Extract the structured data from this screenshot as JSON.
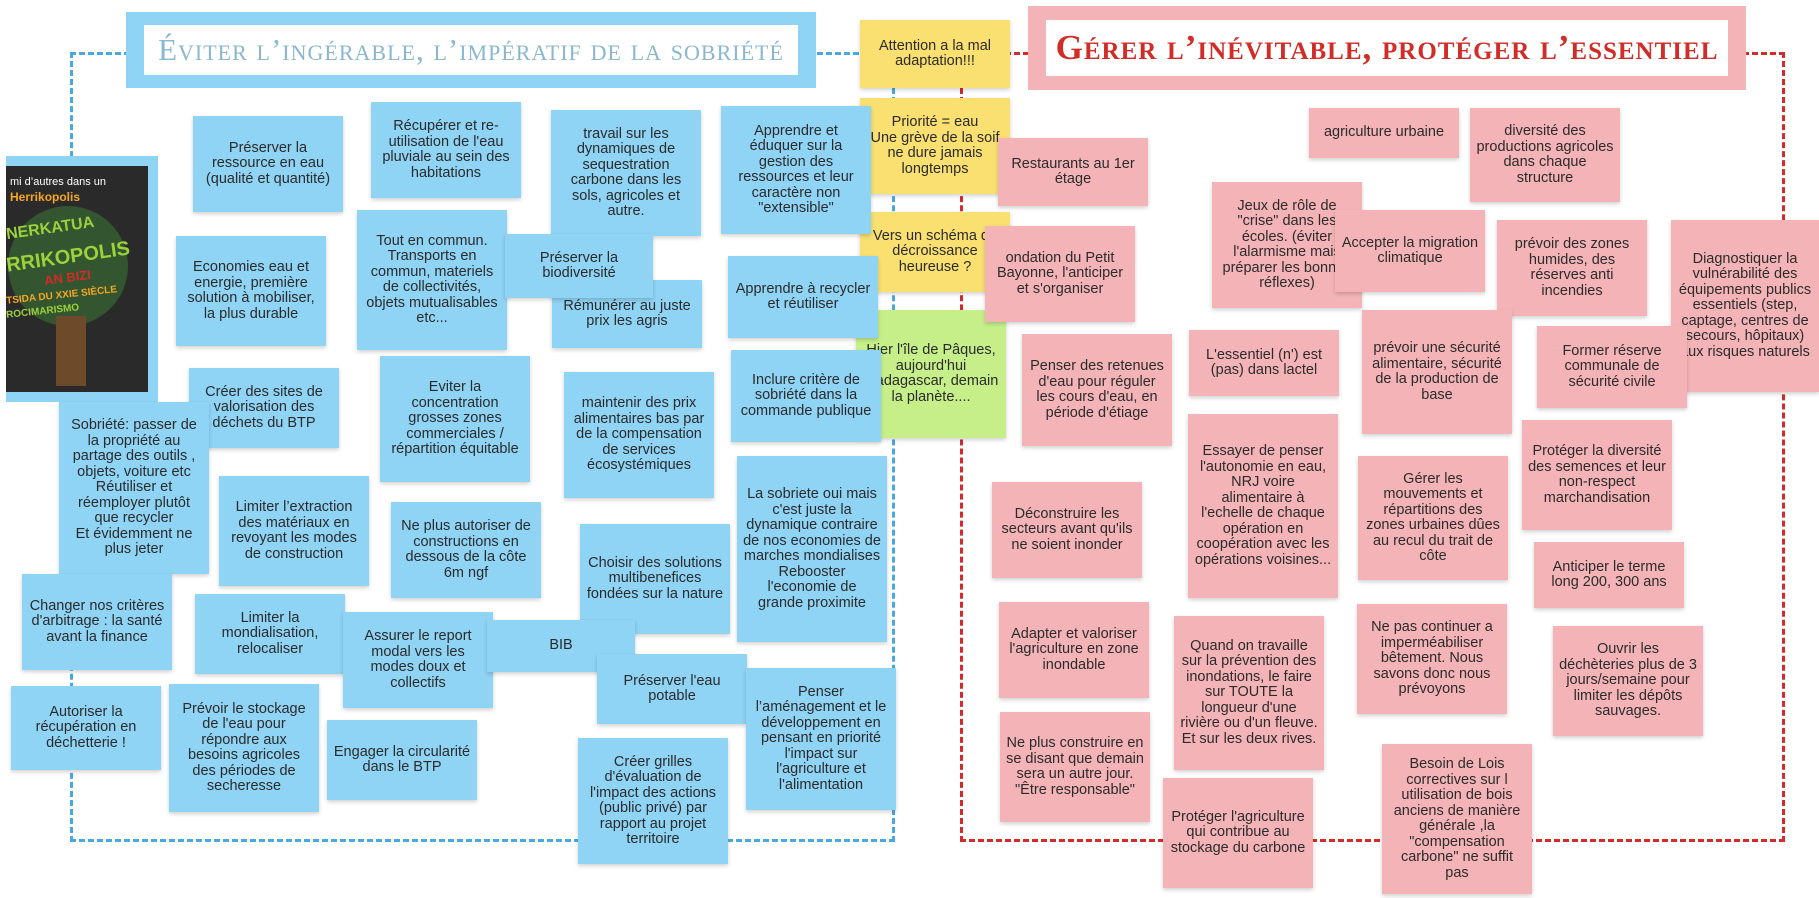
{
  "colors": {
    "blue_note": "#8fd3f5",
    "red_note": "#f4b4b7",
    "yellow_note": "#f9e071",
    "green_note": "#c6ef8a",
    "blue_frame": "#4aa8e0",
    "red_frame": "#d42a2a",
    "left_title": "#8ab7cf",
    "right_title": "#d22c28"
  },
  "left_title": "Éviter l’ingérable, l’impératif de la sobriété",
  "right_title": "Gérer l’inévitable, protéger l’essentiel",
  "poster": {
    "line1": "mi d’autres dans un",
    "line2": "Herrikopolis",
    "line3": "NERKATUA",
    "line4": "RRIKOPOLIS",
    "line5": "AN BIZI",
    "line6": "TSIDA DU XXIE SIÈCLE",
    "line7": "ROCIMARISMO"
  },
  "center_notes": [
    "Attention a la mal adaptation!!!",
    "Priorité = eau\nUne grève de la soif ne dure jamais longtemps",
    "Vers un schéma de décroissance heureuse ?",
    "Hier l'île de Pâques, aujourd'hui Madagascar, demain la planète...."
  ],
  "blue_notes": [
    "Préserver la ressource en eau (qualité et quantité)",
    "Récupérer et re-utilisation de l'eau pluviale au sein des habitations",
    "travail sur les dynamiques de sequestration carbone dans les sols, agricoles et autre.",
    "Apprendre et éduquer sur la gestion des ressources et leur caractère non \"extensible\"",
    "Economies eau et energie, première solution à mobiliser, la plus durable",
    "Tout en commun. Transports en commun, materiels de collectivités, objets mutualisables etc...",
    "Préserver la biodiversité",
    "Rémunérer au juste prix les agris",
    "Apprendre à recycler et réutiliser",
    "Créer des sites de valorisation des déchets du BTP",
    "Eviter la concentration grosses zones commerciales / répartition équitable",
    "maintenir des prix alimentaires bas par de la compensation de services écosystémiques",
    "Inclure critère de sobriété dans la commande publique",
    "Sobriété: passer de la propriété au partage des outils , objets, voiture etc\nRéutiliser et réemployer plutôt que recycler\nEt évidemment ne plus jeter",
    "Limiter l’extraction des matériaux en revoyant les modes de construction",
    "Ne plus autoriser de constructions en dessous de la côte 6m ngf",
    "Choisir des solutions multibenefices fondées sur la nature",
    "La sobriete oui mais c'est juste la dynamique contraire de nos economies de marches mondialises Rebooster l'economie de grande proximite",
    "Changer nos critères d'arbitrage : la santé avant la finance",
    "Limiter la mondialisation, relocaliser",
    "Assurer le report modal vers les modes doux et collectifs",
    "BIB",
    "Préserver l'eau potable",
    "Autoriser la récupération en déchetterie !",
    "Prévoir le stockage de l'eau pour répondre aux besoins agricoles des périodes de secheresse",
    "Engager la circularité dans le BTP",
    "Penser l’aménagement et le développement en pensant en priorité l'impact sur l'agriculture et l'alimentation",
    "Créer grilles d'évaluation de l'impact des actions (public privé) par rapport au projet territoire"
  ],
  "red_notes": [
    "agriculture urbaine",
    "diversité des productions agricoles dans chaque structure",
    "Restaurants au 1er étage",
    "Jeux de rôle de \"crise\" dans les écoles. (éviter l'alarmisme mais préparer les bonnes réflexes)",
    "Accepter la migration climatique",
    "prévoir des zones humides, des réserves anti incendies",
    "Diagnostiquer la vulnérabilité des équipements publics essentiels (step, captage, centres de secours, hôpitaux) aux risques naturels",
    "ondation du Petit Bayonne, l'anticiper et s'organiser",
    "Penser des retenues d'eau pour réguler les cours d'eau, en période d'étiage",
    "L'essentiel (n') est (pas) dans lactel",
    "prévoir une sécurité alimentaire, sécurité de la production de base",
    "Former réserve communale de sécurité civile",
    "Essayer de penser l'autonomie en eau, NRJ voire alimentaire à l'echelle de chaque opération en coopération avec les opérations voisines...",
    "Protéger la diversité des semences et leur non-respect marchandisation",
    "Déconstruire les secteurs avant qu'ils ne soient inonder",
    "Gérer les mouvements et répartitions des zones urbaines dûes au recul du trait de côte",
    "Anticiper le terme long 200, 300 ans",
    "Adapter et valoriser l'agriculture en zone inondable",
    "Quand on travaille sur la prévention des inondations, le faire sur TOUTE la longueur d'une rivière ou d'un fleuve. Et sur les deux rives.",
    "Ne pas continuer a imperméabiliser bêtement. Nous savons donc nous prévoyons",
    "Ouvrir les déchèteries plus de 3 jours/semaine pour limiter les dépôts sauvages.",
    "Ne plus construire en se disant que demain sera un autre jour. \"Être responsable\"",
    "Protéger l'agriculture qui contribue au stockage du carbone",
    "Besoin de Lois correctives sur l utilisation de bois anciens de manière générale ,la \"compensation carbone\" ne suffit pas"
  ]
}
